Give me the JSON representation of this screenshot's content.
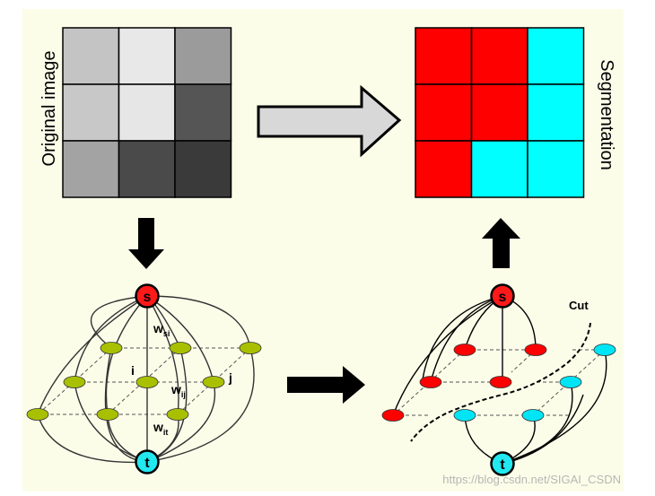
{
  "labels": {
    "original_image": "Original image",
    "segmentation": "Segmentation",
    "cut": "Cut"
  },
  "original_grid": {
    "cell_colors": [
      [
        "#c4c4c4",
        "#e8e8e8",
        "#9b9b9b"
      ],
      [
        "#c8c8c8",
        "#e6e6e6",
        "#555555"
      ],
      [
        "#a3a3a3",
        "#4a4a4a",
        "#3a3a3a"
      ]
    ]
  },
  "segmentation_grid": {
    "cell_colors": [
      [
        "#ff0000",
        "#ff0000",
        "#00ffff"
      ],
      [
        "#ff0000",
        "#ff0000",
        "#00ffff"
      ],
      [
        "#ff0000",
        "#00ffff",
        "#00ffff"
      ]
    ]
  },
  "graph_left": {
    "source": "s",
    "sink": "t",
    "pixel_node_color": "#a9c000",
    "edge_labels": {
      "w_si": {
        "base": "w",
        "sub": "si"
      },
      "w_ij": {
        "base": "w",
        "sub": "ij"
      },
      "w_it": {
        "base": "w",
        "sub": "it"
      }
    },
    "node_labels": {
      "i": "i",
      "j": "j"
    }
  },
  "graph_right": {
    "source": "s",
    "sink": "t",
    "source_side_color": "#ff0000",
    "sink_side_color": "#00e5f5"
  },
  "colors": {
    "source_node": "#ff1a1a",
    "sink_node": "#22e8f0",
    "arrow_gray": "#d8d8d8",
    "arrow_black": "#000000",
    "background": "#fcfde9"
  },
  "watermark": "https://blog.csdn.net/SIGAI_CSDN"
}
